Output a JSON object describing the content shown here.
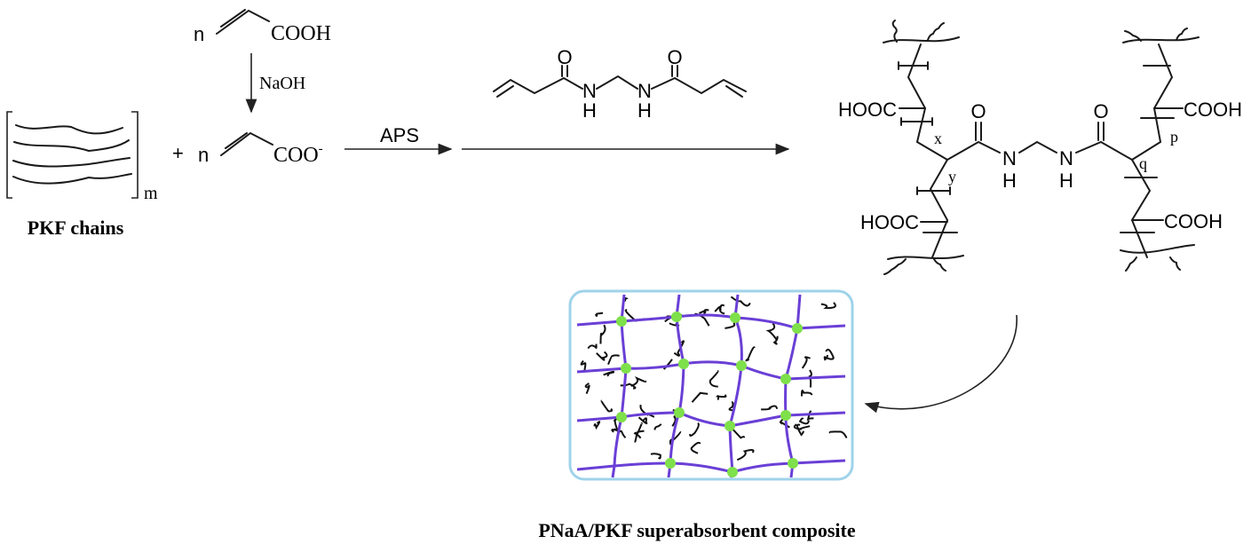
{
  "reactants": {
    "acrylic_acid": {
      "n": "n",
      "group": "COOH"
    },
    "base_label": "NaOH",
    "acrylate": {
      "n": "n",
      "group": "COO",
      "charge": "-"
    },
    "plus": "+",
    "pkf": {
      "subscript": "m",
      "caption": "PKF chains"
    }
  },
  "initiator_label": "APS",
  "crosslinker": {
    "o_left": "O",
    "o_right": "O",
    "n_left": "N",
    "h_left": "H",
    "n_right": "N",
    "h_right": "H"
  },
  "product": {
    "hooc_top_left": "HOOC",
    "cooh_top_right": "COOH",
    "hooc_bottom_left": "HOOC",
    "cooh_bottom_right": "COOH",
    "o_left": "O",
    "o_right": "O",
    "n_left": "N",
    "h_left": "H",
    "n_right": "N",
    "h_right": "H",
    "x": "x",
    "y": "y",
    "p": "p",
    "q": "q"
  },
  "composite": {
    "caption": "PNaA/PKF superabsorbent composite",
    "colors": {
      "network": "#6a3fd6",
      "crosslink": "#7ee04a",
      "border": "#9fd3ea",
      "filler": "#111111"
    }
  }
}
